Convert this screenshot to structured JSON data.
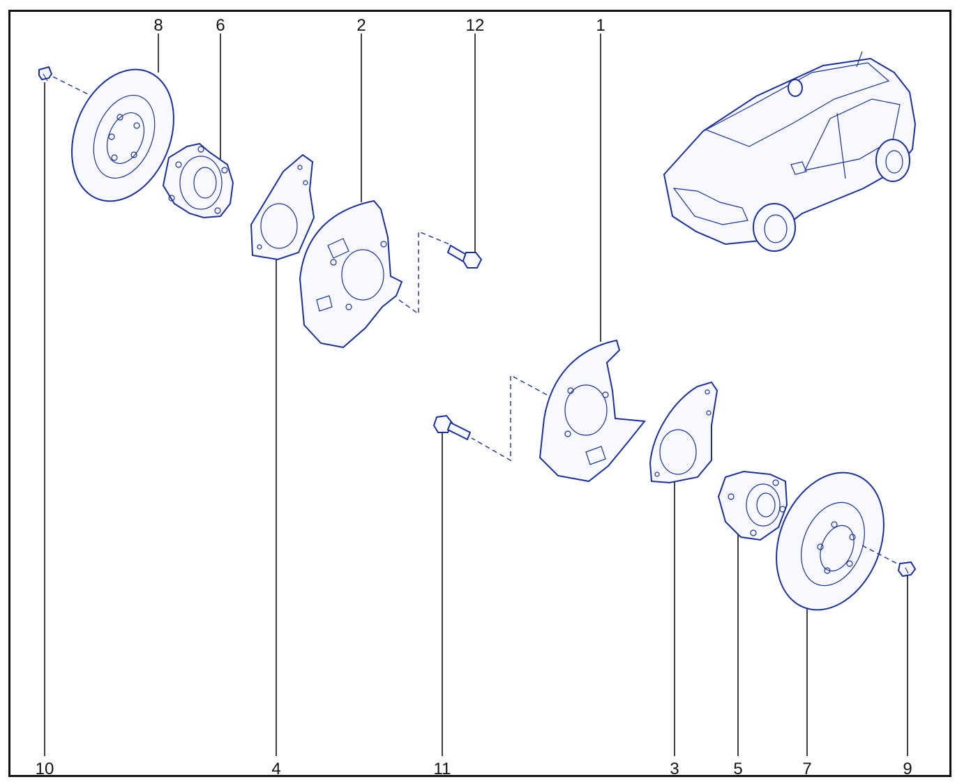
{
  "diagram": {
    "callouts": {
      "c1": "1",
      "c2": "2",
      "c3": "3",
      "c4": "4",
      "c5": "5",
      "c6": "6",
      "c7": "7",
      "c8": "8",
      "c9": "9",
      "c10": "10",
      "c11": "11",
      "c12": "12"
    },
    "colors": {
      "line_art": "#1a2f9e",
      "frame": "#111111"
    }
  }
}
